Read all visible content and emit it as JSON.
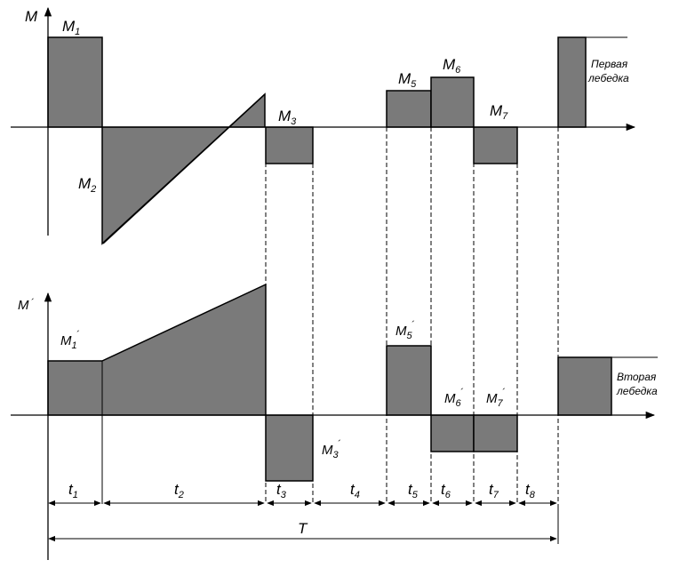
{
  "diagram": {
    "top_axis_label": "M",
    "bottom_axis_label": "M",
    "bottom_axis_prime": "´",
    "moments_top": [
      {
        "base": "M",
        "sub": "1"
      },
      {
        "base": "M",
        "sub": "2"
      },
      {
        "base": "M",
        "sub": "3"
      },
      {
        "base": "M",
        "sub": "5"
      },
      {
        "base": "M",
        "sub": "6"
      },
      {
        "base": "M",
        "sub": "7"
      }
    ],
    "moments_bottom": [
      {
        "base": "M",
        "sub": "1",
        "prime": "´"
      },
      {
        "base": "M",
        "sub": "3",
        "prime": "´"
      },
      {
        "base": "M",
        "sub": "5",
        "prime": "´"
      },
      {
        "base": "M",
        "sub": "6",
        "prime": "´"
      },
      {
        "base": "M",
        "sub": "7",
        "prime": "´"
      }
    ],
    "winch_first": [
      "Первая",
      "лебедка"
    ],
    "winch_second": [
      "Вторая",
      "лебедка"
    ],
    "intervals": [
      {
        "base": "t",
        "sub": "1"
      },
      {
        "base": "t",
        "sub": "2"
      },
      {
        "base": "t",
        "sub": "3"
      },
      {
        "base": "t",
        "sub": "4"
      },
      {
        "base": "t",
        "sub": "5"
      },
      {
        "base": "t",
        "sub": "6"
      },
      {
        "base": "t",
        "sub": "7"
      },
      {
        "base": "t",
        "sub": "8"
      }
    ],
    "period_label": "T"
  }
}
